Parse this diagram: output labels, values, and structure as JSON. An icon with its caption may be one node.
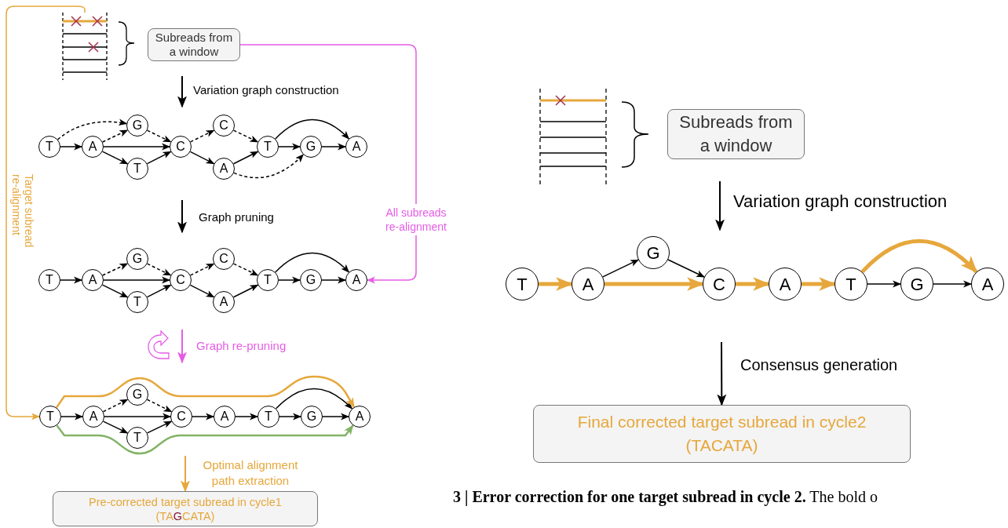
{
  "diagram": {
    "caption": "**3 | Error correction for one target subread in cycle 2.** The bold o",
    "nodes": [
      {
        "text": [],
        "shape": "picture"
      },
      {
        "text": [
          "Subreads from a window"
        ]
      },
      {
        "text": [
          "T"
        ]
      },
      {
        "text": [
          "A"
        ]
      },
      {
        "text": [
          "G"
        ]
      },
      {
        "text": [
          "T"
        ]
      },
      {
        "text": [
          "C"
        ]
      },
      {
        "text": [
          "C"
        ]
      },
      {
        "text": [
          "A"
        ]
      },
      {
        "text": [
          "T"
        ]
      },
      {
        "text": [
          "G"
        ]
      },
      {
        "text": [
          "A"
        ]
      },
      {
        "text": [
          "T"
        ]
      },
      {
        "text": [
          "A"
        ]
      },
      {
        "text": [
          "G"
        ]
      },
      {
        "text": [
          "T"
        ]
      },
      {
        "text": [
          "C"
        ]
      },
      {
        "text": [
          "C"
        ]
      },
      {
        "text": [
          "A"
        ]
      },
      {
        "text": [
          "T"
        ]
      },
      {
        "text": [
          "G"
        ]
      },
      {
        "text": [
          "A"
        ]
      },
      {
        "text": [
          "T"
        ]
      },
      {
        "text": [
          "A"
        ]
      },
      {
        "text": [
          "G"
        ]
      },
      {
        "text": [
          "T"
        ]
      },
      {
        "text": [
          "C"
        ]
      },
      {
        "text": [
          "A"
        ]
      },
      {
        "text": [
          "T"
        ]
      },
      {
        "text": [
          "G"
        ]
      },
      {
        "text": [
          "A"
        ]
      },
      {
        "text": [
          "Pre-corrected target subread in cycle1",
          "(TA**G**CATA)"
        ]
      },
      {
        "text": [
          "Subreads from a window"
        ]
      },
      {
        "text": [
          "T"
        ]
      },
      {
        "text": [
          "A"
        ]
      },
      {
        "text": [
          "G"
        ]
      },
      {
        "text": [
          "C"
        ]
      },
      {
        "text": [
          "A"
        ]
      },
      {
        "text": [
          "T"
        ]
      },
      {
        "text": [
          "G"
        ]
      },
      {
        "text": [
          "A"
        ]
      },
      {
        "text": [
          "Final corrected target subread in cycle2",
          "(TACATA)"
        ]
      }
    ],
    "edges": [
      {
        "from": 0,
        "to": 22,
        "arrow": "to",
        "label": "Target subread re-alignment",
        "color": "#e6a73c"
      },
      {
        "from": 1,
        "to": 21,
        "arrow": "to",
        "label": "All subreads re-alignment",
        "color": "#e65ce6"
      },
      {
        "from": 2,
        "to": 3,
        "arrow": "to"
      },
      {
        "from": 2,
        "to": 4,
        "arrow": "to",
        "style": "dashed"
      },
      {
        "from": 3,
        "to": 4,
        "arrow": "to",
        "style": "dashed"
      },
      {
        "from": 3,
        "to": 6,
        "arrow": "to"
      },
      {
        "from": 3,
        "to": 5,
        "arrow": "to"
      },
      {
        "from": 4,
        "to": 6,
        "arrow": "to",
        "style": "dashed"
      },
      {
        "from": 5,
        "to": 6,
        "arrow": "to"
      },
      {
        "from": 6,
        "to": 7,
        "arrow": "to",
        "style": "dashed"
      },
      {
        "from": 6,
        "to": 8,
        "arrow": "to"
      },
      {
        "from": 7,
        "to": 9,
        "arrow": "to",
        "style": "dashed"
      },
      {
        "from": 8,
        "to": 9,
        "arrow": "to"
      },
      {
        "from": 8,
        "to": 10,
        "arrow": "to",
        "style": "dashed"
      },
      {
        "from": 9,
        "to": 10,
        "arrow": "to"
      },
      {
        "from": 10,
        "to": 11,
        "arrow": "to"
      },
      {
        "from": 9,
        "to": 11,
        "arrow": "to"
      },
      {
        "from": 12,
        "to": 13,
        "arrow": "to"
      },
      {
        "from": 13,
        "to": 14,
        "arrow": "to",
        "style": "dashed"
      },
      {
        "from": 13,
        "to": 16,
        "arrow": "to"
      },
      {
        "from": 13,
        "to": 15,
        "arrow": "to"
      },
      {
        "from": 14,
        "to": 16,
        "arrow": "to",
        "style": "dashed"
      },
      {
        "from": 15,
        "to": 16,
        "arrow": "to"
      },
      {
        "from": 16,
        "to": 17,
        "arrow": "to",
        "style": "dashed"
      },
      {
        "from": 16,
        "to": 18,
        "arrow": "to"
      },
      {
        "from": 17,
        "to": 19,
        "arrow": "to",
        "style": "dashed"
      },
      {
        "from": 18,
        "to": 19,
        "arrow": "to"
      },
      {
        "from": 19,
        "to": 20,
        "arrow": "to"
      },
      {
        "from": 20,
        "to": 21,
        "arrow": "to"
      },
      {
        "from": 19,
        "to": 21,
        "arrow": "to"
      },
      {
        "from": 22,
        "to": 23,
        "arrow": "to"
      },
      {
        "from": 23,
        "to": 24,
        "arrow": "to",
        "style": "dashed"
      },
      {
        "from": 23,
        "to": 26,
        "arrow": "to"
      },
      {
        "from": 23,
        "to": 25,
        "arrow": "to"
      },
      {
        "from": 24,
        "to": 26,
        "arrow": "to",
        "style": "dashed"
      },
      {
        "from": 25,
        "to": 26,
        "arrow": "to"
      },
      {
        "from": 26,
        "to": 27,
        "arrow": "to"
      },
      {
        "from": 27,
        "to": 28,
        "arrow": "to"
      },
      {
        "from": 28,
        "to": 29,
        "arrow": "to"
      },
      {
        "from": 29,
        "to": 30,
        "arrow": "to"
      },
      {
        "from": 28,
        "to": 30,
        "arrow": "to"
      },
      {
        "from": 33,
        "to": 34,
        "arrow": "to",
        "style": "thick",
        "color": "#e6a73c"
      },
      {
        "from": 34,
        "to": 35,
        "arrow": "to"
      },
      {
        "from": 34,
        "to": 36,
        "arrow": "to",
        "style": "thick",
        "color": "#e6a73c"
      },
      {
        "from": 35,
        "to": 36,
        "arrow": "to"
      },
      {
        "from": 36,
        "to": 37,
        "arrow": "to",
        "style": "thick",
        "color": "#e6a73c"
      },
      {
        "from": 37,
        "to": 38,
        "arrow": "to",
        "style": "thick",
        "color": "#e6a73c"
      },
      {
        "from": 38,
        "to": 39,
        "arrow": "to"
      },
      {
        "from": 39,
        "to": 40,
        "arrow": "to"
      },
      {
        "from": 38,
        "to": 40,
        "arrow": "to",
        "style": "thick",
        "color": "#e6a73c"
      },
      {
        "from": null,
        "to": 31,
        "arrow": "to",
        "label": "Optimal alignment path extraction",
        "color": "#e6a73c"
      },
      {
        "from": null,
        "to": 41,
        "arrow": "to",
        "label": "Consensus generation"
      },
      {
        "from": 22,
        "to": 30,
        "arrow": "to",
        "color": "#e6a73c"
      },
      {
        "from": 22,
        "to": 30,
        "arrow": "to",
        "color": "#82b366"
      }
    ],
    "labels": [
      "Variation graph construction",
      "Graph pruning",
      "Graph re-pruning",
      "Variation graph construction"
    ]
  }
}
